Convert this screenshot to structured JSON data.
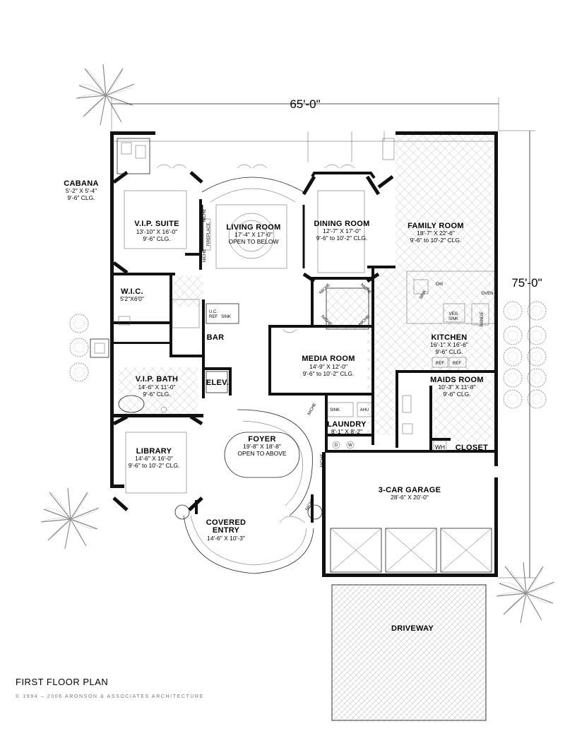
{
  "plan": {
    "title": "FIRST FLOOR PLAN",
    "copyright": "© 1994 – 2006 ARONSON & ASSOCIATES ARCHITECTURE",
    "overall_width": "65'-0\"",
    "overall_depth": "75'-0\""
  },
  "rooms": {
    "cabana": {
      "name": "CABANA",
      "dims": "5'-2\" X 5'-4\"",
      "ceiling": "9'-6\" CLG."
    },
    "vip_suite": {
      "name": "V.I.P. SUITE",
      "dims": "13'-10\" X 16'-0\"",
      "ceiling": "9'-6\" CLG."
    },
    "living": {
      "name": "LIVING ROOM",
      "dims": "17'-4\" X 17'-0\"",
      "ceiling": "OPEN TO BELOW"
    },
    "dining": {
      "name": "DINING ROOM",
      "dims": "12'-7\" X 17'-0\"",
      "ceiling": "9'-6\" to 10'-2\" CLG."
    },
    "family": {
      "name": "FAMILY ROOM",
      "dims": "18'-7\" X 22'-6\"",
      "ceiling": "9'-6\" to 10'-2\" CLG."
    },
    "wic": {
      "name": "W.I.C.",
      "dims": "5'2\"X6'0\""
    },
    "bar": {
      "name": "BAR"
    },
    "kitchen": {
      "name": "KITCHEN",
      "dims": "16'-1\" X 16'-6\"",
      "ceiling": "9'-6\" CLG."
    },
    "media": {
      "name": "MEDIA ROOM",
      "dims": "14'-9\" X 12'-0\"",
      "ceiling": "9'-6\" to 10'-2\" CLG."
    },
    "vip_bath": {
      "name": "V.I.P. BATH",
      "dims": "14'-6\" X 11'-0\"",
      "ceiling": "9'-6\" CLG."
    },
    "elev": {
      "name": "ELEV."
    },
    "maids": {
      "name": "MAIDS ROOM",
      "dims": "10'-3\" X 11'-8\"",
      "ceiling": "9'-6\" CLG."
    },
    "laundry": {
      "name": "LAUNDRY",
      "dims": "8'-1\" X 8'-2\""
    },
    "foyer": {
      "name": "FOYER",
      "dims": "19'-8\" X 18'-8\"",
      "ceiling": "OPEN TO ABOVE"
    },
    "library": {
      "name": "LIBRARY",
      "dims": "14'-6\" X 16'-0\"",
      "ceiling": "9'-6\" to 10'-2\" CLG."
    },
    "wh": {
      "name": "WH"
    },
    "closet": {
      "name": "CLOSET"
    },
    "garage": {
      "name": "3-CAR GARAGE",
      "dims": "28'-6\" X 20'-0\""
    },
    "entry_line1": {
      "name": "COVERED"
    },
    "entry": {
      "name": "ENTRY",
      "dims": "14'-6\" X 10'-3\""
    },
    "driveway": {
      "name": "DRIVEWAY"
    }
  },
  "fixtures": {
    "niche": "NICHE",
    "fireplace": "FIREPLACE",
    "uc_ref_1": "U.C.",
    "uc_ref_2": "REF",
    "sink": "SINK",
    "ow": "OW",
    "oven": "OVEN",
    "veg_sink_1": "VEG",
    "veg_sink_2": "SINK",
    "range": "RANGE",
    "ref": "REF",
    "ahu": "AHU",
    "dryer": "D",
    "washer": "W"
  }
}
